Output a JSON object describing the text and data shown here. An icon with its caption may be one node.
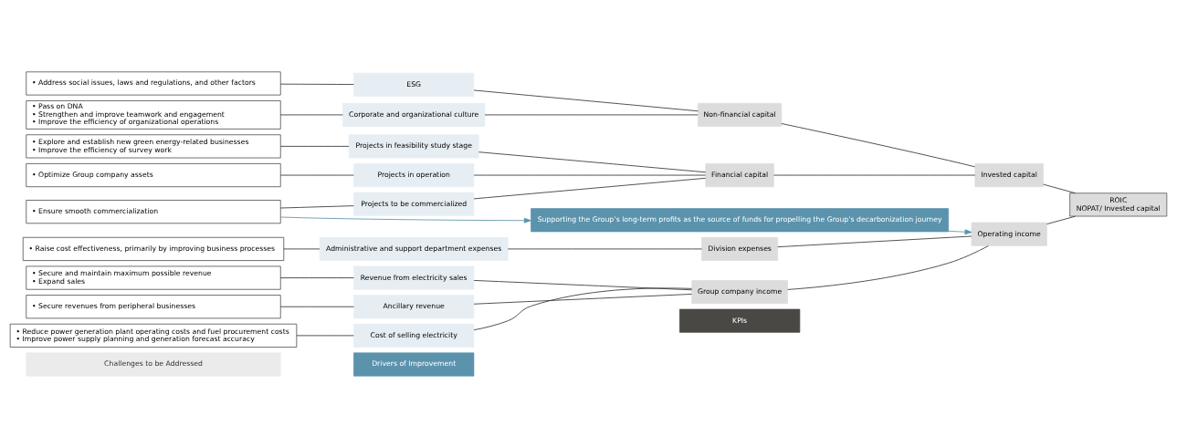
{
  "diagram": {
    "nodes": [
      {
        "text": [
          "Challenges to be Addressed"
        ]
      },
      {
        "text": [
          "Drivers of Improvement"
        ]
      },
      {
        "text": [
          "KPIs"
        ]
      },
      {
        "text": [
          "• Secure and maintain maximum possible revenue",
          "• Expand sales"
        ]
      },
      {
        "text": [
          "• Reduce power generation plant operating costs and fuel procurement costs",
          "• Improve power supply planning and generation forecast accuracy"
        ]
      },
      {
        "text": [
          "• Secure revenues from peripheral businesses"
        ]
      },
      {
        "text": [
          "• Raise cost effectiveness, primarily by improving business processes"
        ]
      },
      {
        "text": [
          "Revenue from electricity sales"
        ]
      },
      {
        "text": [
          "Cost of selling electricity"
        ]
      },
      {
        "text": [
          "Ancillary revenue"
        ]
      },
      {
        "text": [
          "Administrative and support department expenses"
        ]
      },
      {
        "text": [
          "Group company income"
        ]
      },
      {
        "text": [
          "Division expenses"
        ]
      },
      {
        "text": [
          "Operating income"
        ]
      },
      {
        "text": [
          "ROIC",
          "NOPAT/ Invested capital"
        ]
      },
      {
        "text": [
          "Supporting the Group’s long-term profits as the source of funds for propelling the Group’s decarbonization journey"
        ]
      },
      {
        "text": [
          "• Optimize Group company assets"
        ]
      },
      {
        "text": [
          "• Explore and establish new green energy-related businesses",
          "• Improve the efficiency of survey work"
        ]
      },
      {
        "text": [
          "• Ensure smooth commercialization"
        ]
      },
      {
        "text": [
          "• Address social issues, laws and regulations, and other factors"
        ]
      },
      {
        "text": [
          "• Pass on DNA",
          "• Strengthen and improve teamwork and engagement",
          "• Improve the efficiency of organizational operations"
        ]
      },
      {
        "text": [
          "Projects in operation"
        ]
      },
      {
        "text": [
          "Projects in feasibility study stage"
        ]
      },
      {
        "text": [
          "Projects to be commercialized"
        ]
      },
      {
        "text": [
          "ESG"
        ]
      },
      {
        "text": [
          "Corporate and organizational culture"
        ]
      },
      {
        "text": [
          "Financial capital"
        ]
      },
      {
        "text": [
          "Non-financial capital"
        ]
      },
      {
        "text": [
          "Invested capital"
        ]
      }
    ],
    "edges": [
      {
        "from": 3,
        "to": 7,
        "arrow": "none"
      },
      {
        "from": 4,
        "to": 8,
        "arrow": "none"
      },
      {
        "from": 5,
        "to": 9,
        "arrow": "none"
      },
      {
        "from": 6,
        "to": 10,
        "arrow": "none"
      },
      {
        "from": 7,
        "to": 11,
        "arrow": "none"
      },
      {
        "from": 8,
        "to": 11,
        "arrow": "none"
      },
      {
        "from": 9,
        "to": 11,
        "arrow": "none"
      },
      {
        "from": 10,
        "to": 12,
        "arrow": "none"
      },
      {
        "from": 11,
        "to": 13,
        "arrow": "none"
      },
      {
        "from": 12,
        "to": 13,
        "arrow": "none"
      },
      {
        "from": 13,
        "to": 14,
        "arrow": "none"
      },
      {
        "from": 15,
        "to": 13,
        "arrow": "to",
        "color": "#5b93ad"
      },
      {
        "from": 18,
        "to": 15,
        "arrow": "to",
        "color": "#5b93ad"
      },
      {
        "from": 16,
        "to": 21,
        "arrow": "none"
      },
      {
        "from": 17,
        "to": 22,
        "arrow": "none"
      },
      {
        "from": 18,
        "to": 23,
        "arrow": "none"
      },
      {
        "from": 19,
        "to": 24,
        "arrow": "none"
      },
      {
        "from": 20,
        "to": 25,
        "arrow": "none"
      },
      {
        "from": 21,
        "to": 26,
        "arrow": "none"
      },
      {
        "from": 22,
        "to": 26,
        "arrow": "none"
      },
      {
        "from": 23,
        "to": 26,
        "arrow": "none"
      },
      {
        "from": 24,
        "to": 27,
        "arrow": "none"
      },
      {
        "from": 25,
        "to": 27,
        "arrow": "none"
      },
      {
        "from": 26,
        "to": 28,
        "arrow": "none"
      },
      {
        "from": 27,
        "to": 28,
        "arrow": "none"
      },
      {
        "from": 28,
        "to": 14,
        "arrow": "none"
      }
    ]
  }
}
